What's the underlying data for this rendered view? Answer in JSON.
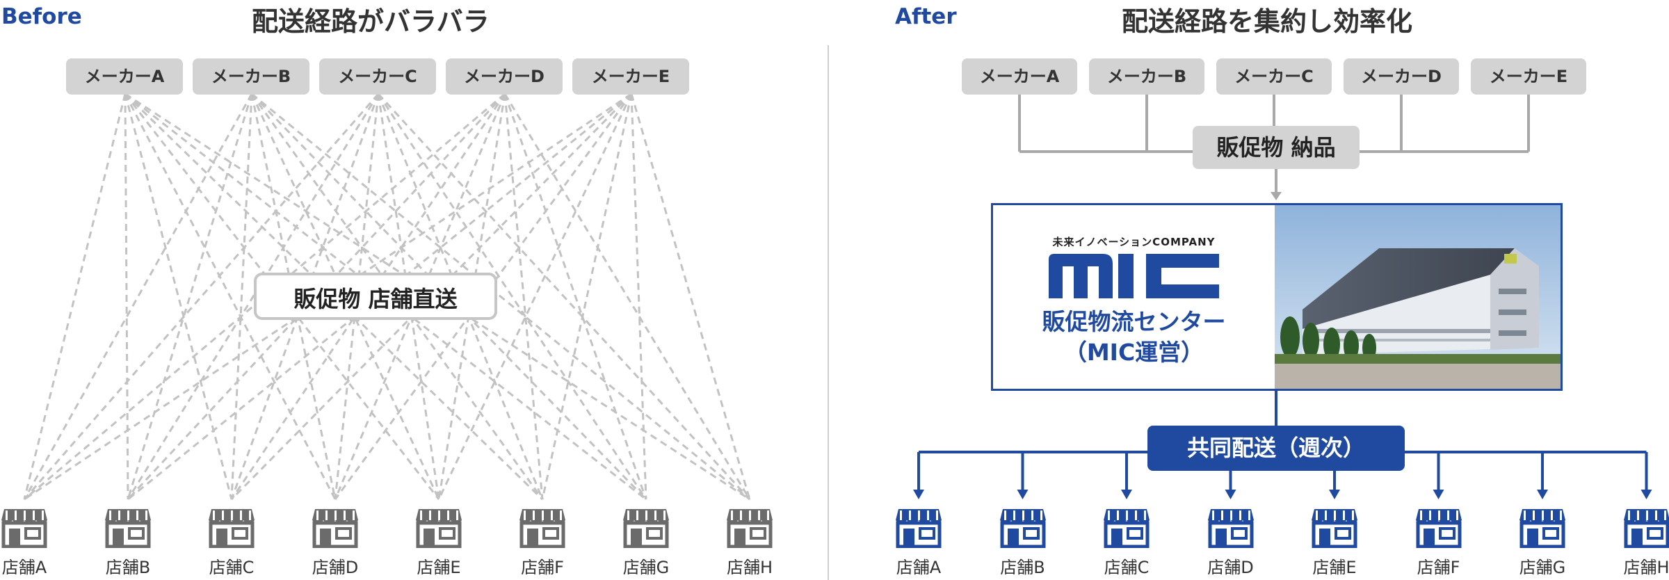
{
  "before": {
    "tag": "Before",
    "title": "配送経路がバラバラ",
    "makers": [
      "メーカーA",
      "メーカーB",
      "メーカーC",
      "メーカーD",
      "メーカーE"
    ],
    "route_label": "販促物 店舗直送",
    "stores": [
      "店舗A",
      "店舗B",
      "店舗C",
      "店舗D",
      "店舗E",
      "店舗F",
      "店舗G",
      "店舗H"
    ],
    "store_color": "#6b6b6b",
    "line_color": "#c2c2c2"
  },
  "after": {
    "tag": "After",
    "title": "配送経路を集約し効率化",
    "makers": [
      "メーカーA",
      "メーカーB",
      "メーカーC",
      "メーカーD",
      "メーカーE"
    ],
    "delivery_label": "販促物 納品",
    "center": {
      "tagline": "未来イノベーションCOMPANY",
      "logo_text": "MIC",
      "name_line1": "販促物流センター",
      "name_line2": "（MIC運営）"
    },
    "joint_label": "共同配送（週次）",
    "stores": [
      "店舗A",
      "店舗B",
      "店舗C",
      "店舗D",
      "店舗E",
      "店舗F",
      "店舗G",
      "店舗H"
    ],
    "accent_color": "#1f4aa0",
    "line_color": "#a8a8a8"
  }
}
